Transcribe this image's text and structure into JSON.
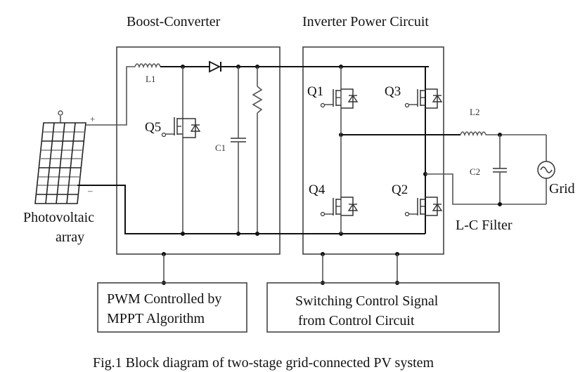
{
  "diagram": {
    "blocks": {
      "boost_converter": "Boost-Converter",
      "inverter": "Inverter Power Circuit",
      "pv_array_line1": "Photovoltaic",
      "pv_array_line2": "array",
      "lc_filter": "L-C Filter",
      "grid": "Grid",
      "pwm_line1": "PWM Controlled by",
      "pwm_line2": "MPPT Algorithm",
      "switching_line1": "Switching Control Signal",
      "switching_line2": "from Control Circuit"
    },
    "components": {
      "L1": "L1",
      "C1": "C1",
      "Q5": "Q5",
      "Q1": "Q1",
      "Q2": "Q2",
      "Q3": "Q3",
      "Q4": "Q4",
      "L2": "L2",
      "C2": "C2",
      "plus": "+",
      "minus": "–"
    },
    "caption": "Fig.1 Block diagram of two-stage grid-connected PV system"
  }
}
